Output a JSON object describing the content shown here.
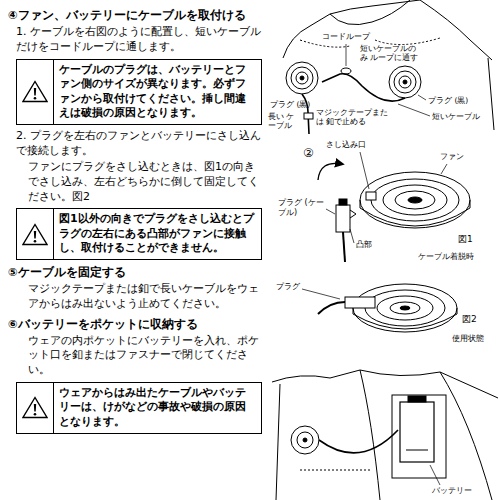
{
  "diagram": {
    "nodes": [
      {
        "text": [
          "ケーブルのプラグは、バッテリーとファン側のサイズが異なります。必ずファンから取付けてください。挿し間違えは破損の原因となります。"
        ]
      },
      {
        "text": [
          "図1以外の向きでプラグをさし込むとプラグの左右にある凸部がファンに接触し、取付けることができません。"
        ]
      },
      {
        "text": [
          "ウェアからはみ出たケーブルやバッテリーは、けがなどの事故や破損の原因となります。"
        ]
      }
    ],
    "labels": [
      "④ファン、バッテリーにケーブルを取付ける",
      "1. ケーブルを右図のように配置し、短いケーブルだけをコードループに通します。",
      "2. プラグを左右のファンとバッテリーにさし込んで接続します。",
      "ファンにプラグをさし込むときは、図1の向きでさし込み、左右どちらかに倒して固定してください。図2",
      "⑤ケーブルを固定する",
      "マジックテープまたは釦で長いケーブルをウェアからはみ出ないよう止めてください。",
      "⑥バッテリーをポケットに収納する",
      "ウェアの内ポケットにバッテリーを入れ、ポケット口を釦またはファスナーで閉じてください。",
      "コードループ",
      "短いケーブルのみ ループに通す",
      "プラグ (黒)",
      "長い ケーブル",
      "マジックテープまたは 釦で止める",
      "プラグ (黒)",
      "短いケーブル",
      "②",
      "さし込み口",
      "ファン",
      "プラグ (ケーブル)",
      "凸部",
      "図1",
      "ケーブル着脱時",
      "プラグ",
      "図2",
      "使用状態",
      "バッテリー"
    ]
  }
}
